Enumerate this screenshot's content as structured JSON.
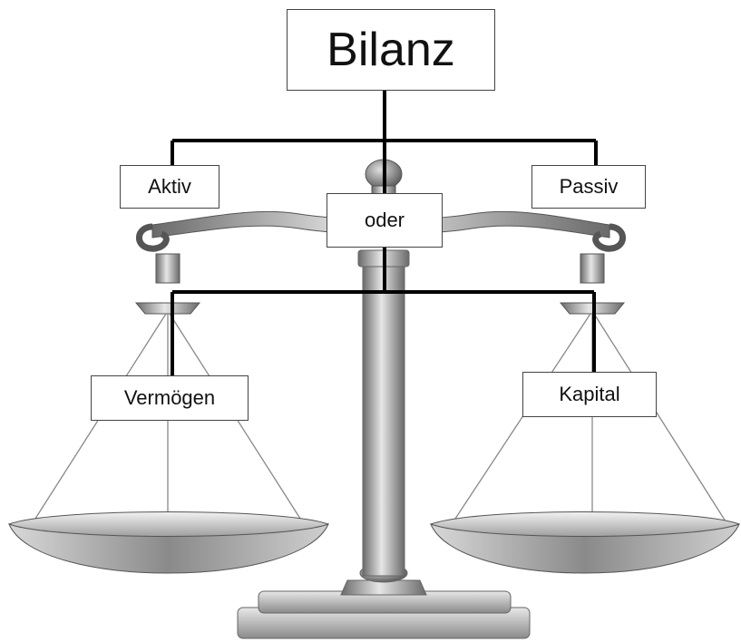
{
  "diagram": {
    "title": "Bilanz",
    "left_label": "Aktiv",
    "right_label": "Passiv",
    "center_label": "oder",
    "left_pan_label": "Vermögen",
    "right_pan_label": "Kapital"
  },
  "colors": {
    "connector": "#000000",
    "metal_dark": "#5a5a5a",
    "metal_light": "#dcdcdc",
    "box_border": "#444444"
  }
}
